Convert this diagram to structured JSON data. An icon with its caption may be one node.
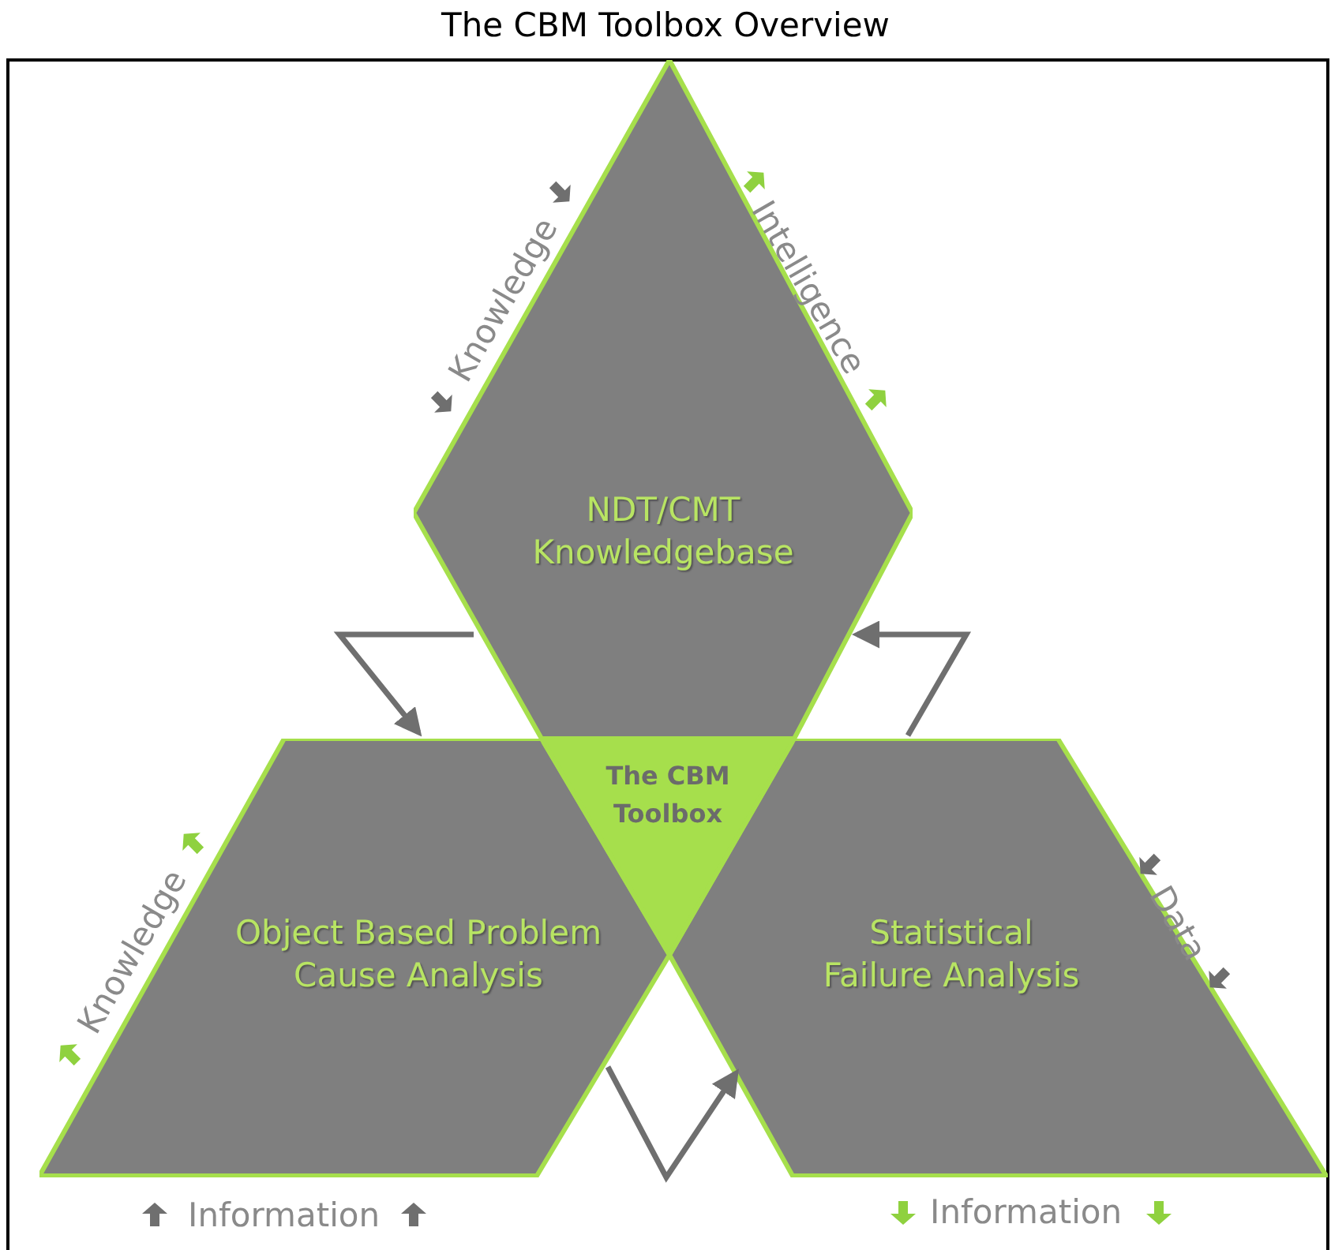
{
  "diagram": {
    "title": "The CBM Toolbox Overview",
    "nodes": [
      {
        "text": [
          "NDT/CMT Knowledgebase"
        ]
      },
      {
        "text": [
          "Object Based Problem Cause Analysis"
        ]
      },
      {
        "text": [
          "Statistical Failure Analysis"
        ]
      },
      {
        "text": [
          "The CBM Toolbox"
        ]
      }
    ],
    "edges": [
      {
        "from": 0,
        "to": 1,
        "arrow": "to"
      },
      {
        "from": 2,
        "to": 0,
        "arrow": "to"
      },
      {
        "from": 1,
        "to": 2,
        "arrow": "to"
      }
    ],
    "labels": [
      "Knowledge",
      "Intelligence",
      "Knowledge",
      "Data",
      "Information",
      "Information"
    ]
  }
}
